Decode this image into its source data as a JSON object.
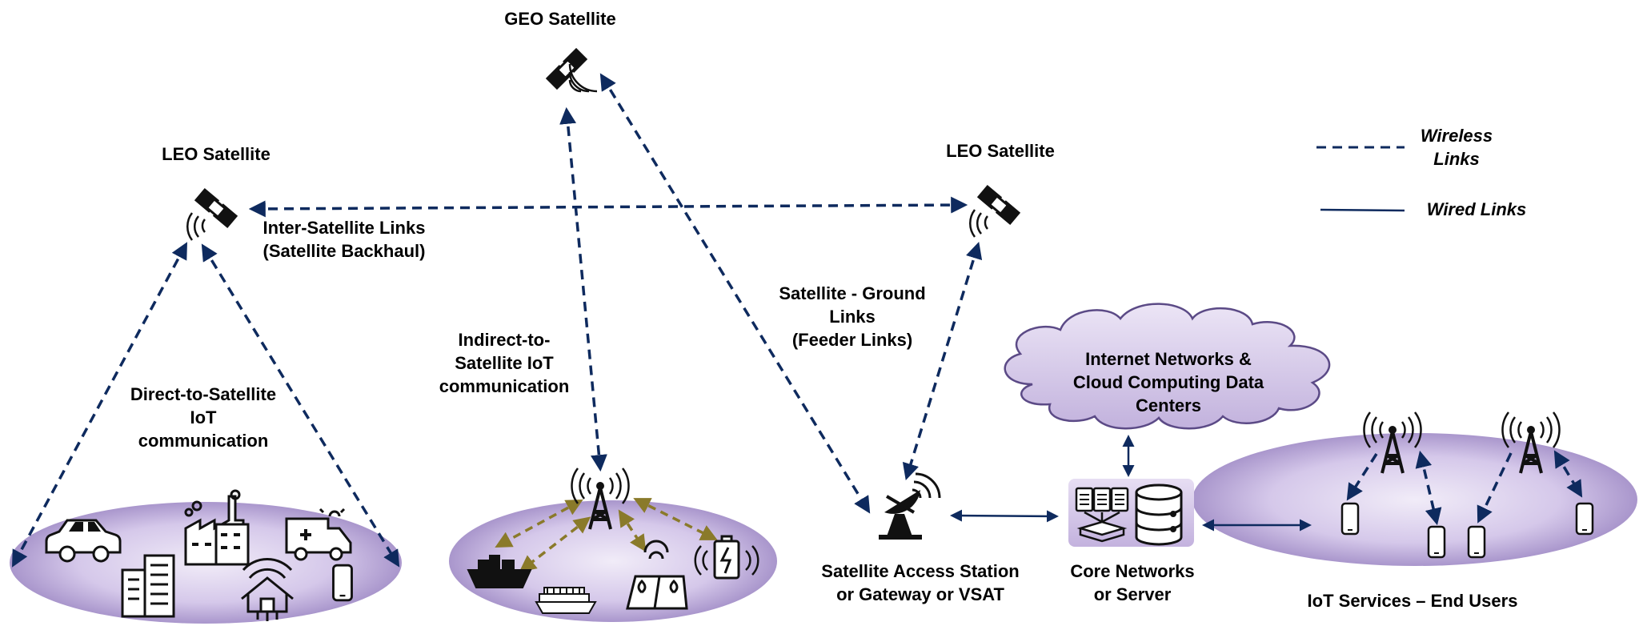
{
  "colors": {
    "link": "#0e2a5e",
    "device_link": "#8a7a2a",
    "bubble": "#b9a6d9",
    "icon": "#111111"
  },
  "labels": {
    "geo_satellite": "GEO Satellite",
    "leo_satellite_left": "LEO Satellite",
    "leo_satellite_right": "LEO Satellite",
    "inter_satellite_1": "Inter-Satellite Links",
    "inter_satellite_2": "(Satellite Backhaul)",
    "direct_1": "Direct-to-Satellite",
    "direct_2": "IoT",
    "direct_3": "communication",
    "indirect_1": "Indirect-to-",
    "indirect_2": "Satellite IoT",
    "indirect_3": "communication",
    "feeder_1": "Satellite - Ground",
    "feeder_2": "Links",
    "feeder_3": "(Feeder Links)",
    "cloud_1": "Internet Networks &",
    "cloud_2": "Cloud Computing Data",
    "cloud_3": "Centers",
    "gateway_1": "Satellite Access Station",
    "gateway_2": "or Gateway or VSAT",
    "core_1": "Core Networks",
    "core_2": "or Server",
    "end_users": "IoT Services – End Users"
  },
  "legend": {
    "wireless_1": "Wireless",
    "wireless_2": "Links",
    "wired": "Wired Links"
  },
  "icons": [
    "satellite-icon",
    "car-icon",
    "factory-icon",
    "ambulance-icon",
    "buildings-icon",
    "smart-home-icon",
    "smartphone-icon",
    "ship-icon",
    "cargo-ship-icon",
    "farm-icon",
    "battery-icon",
    "cell-tower-icon",
    "satellite-dish-icon",
    "documents-icon",
    "database-icon",
    "cloud-icon"
  ]
}
